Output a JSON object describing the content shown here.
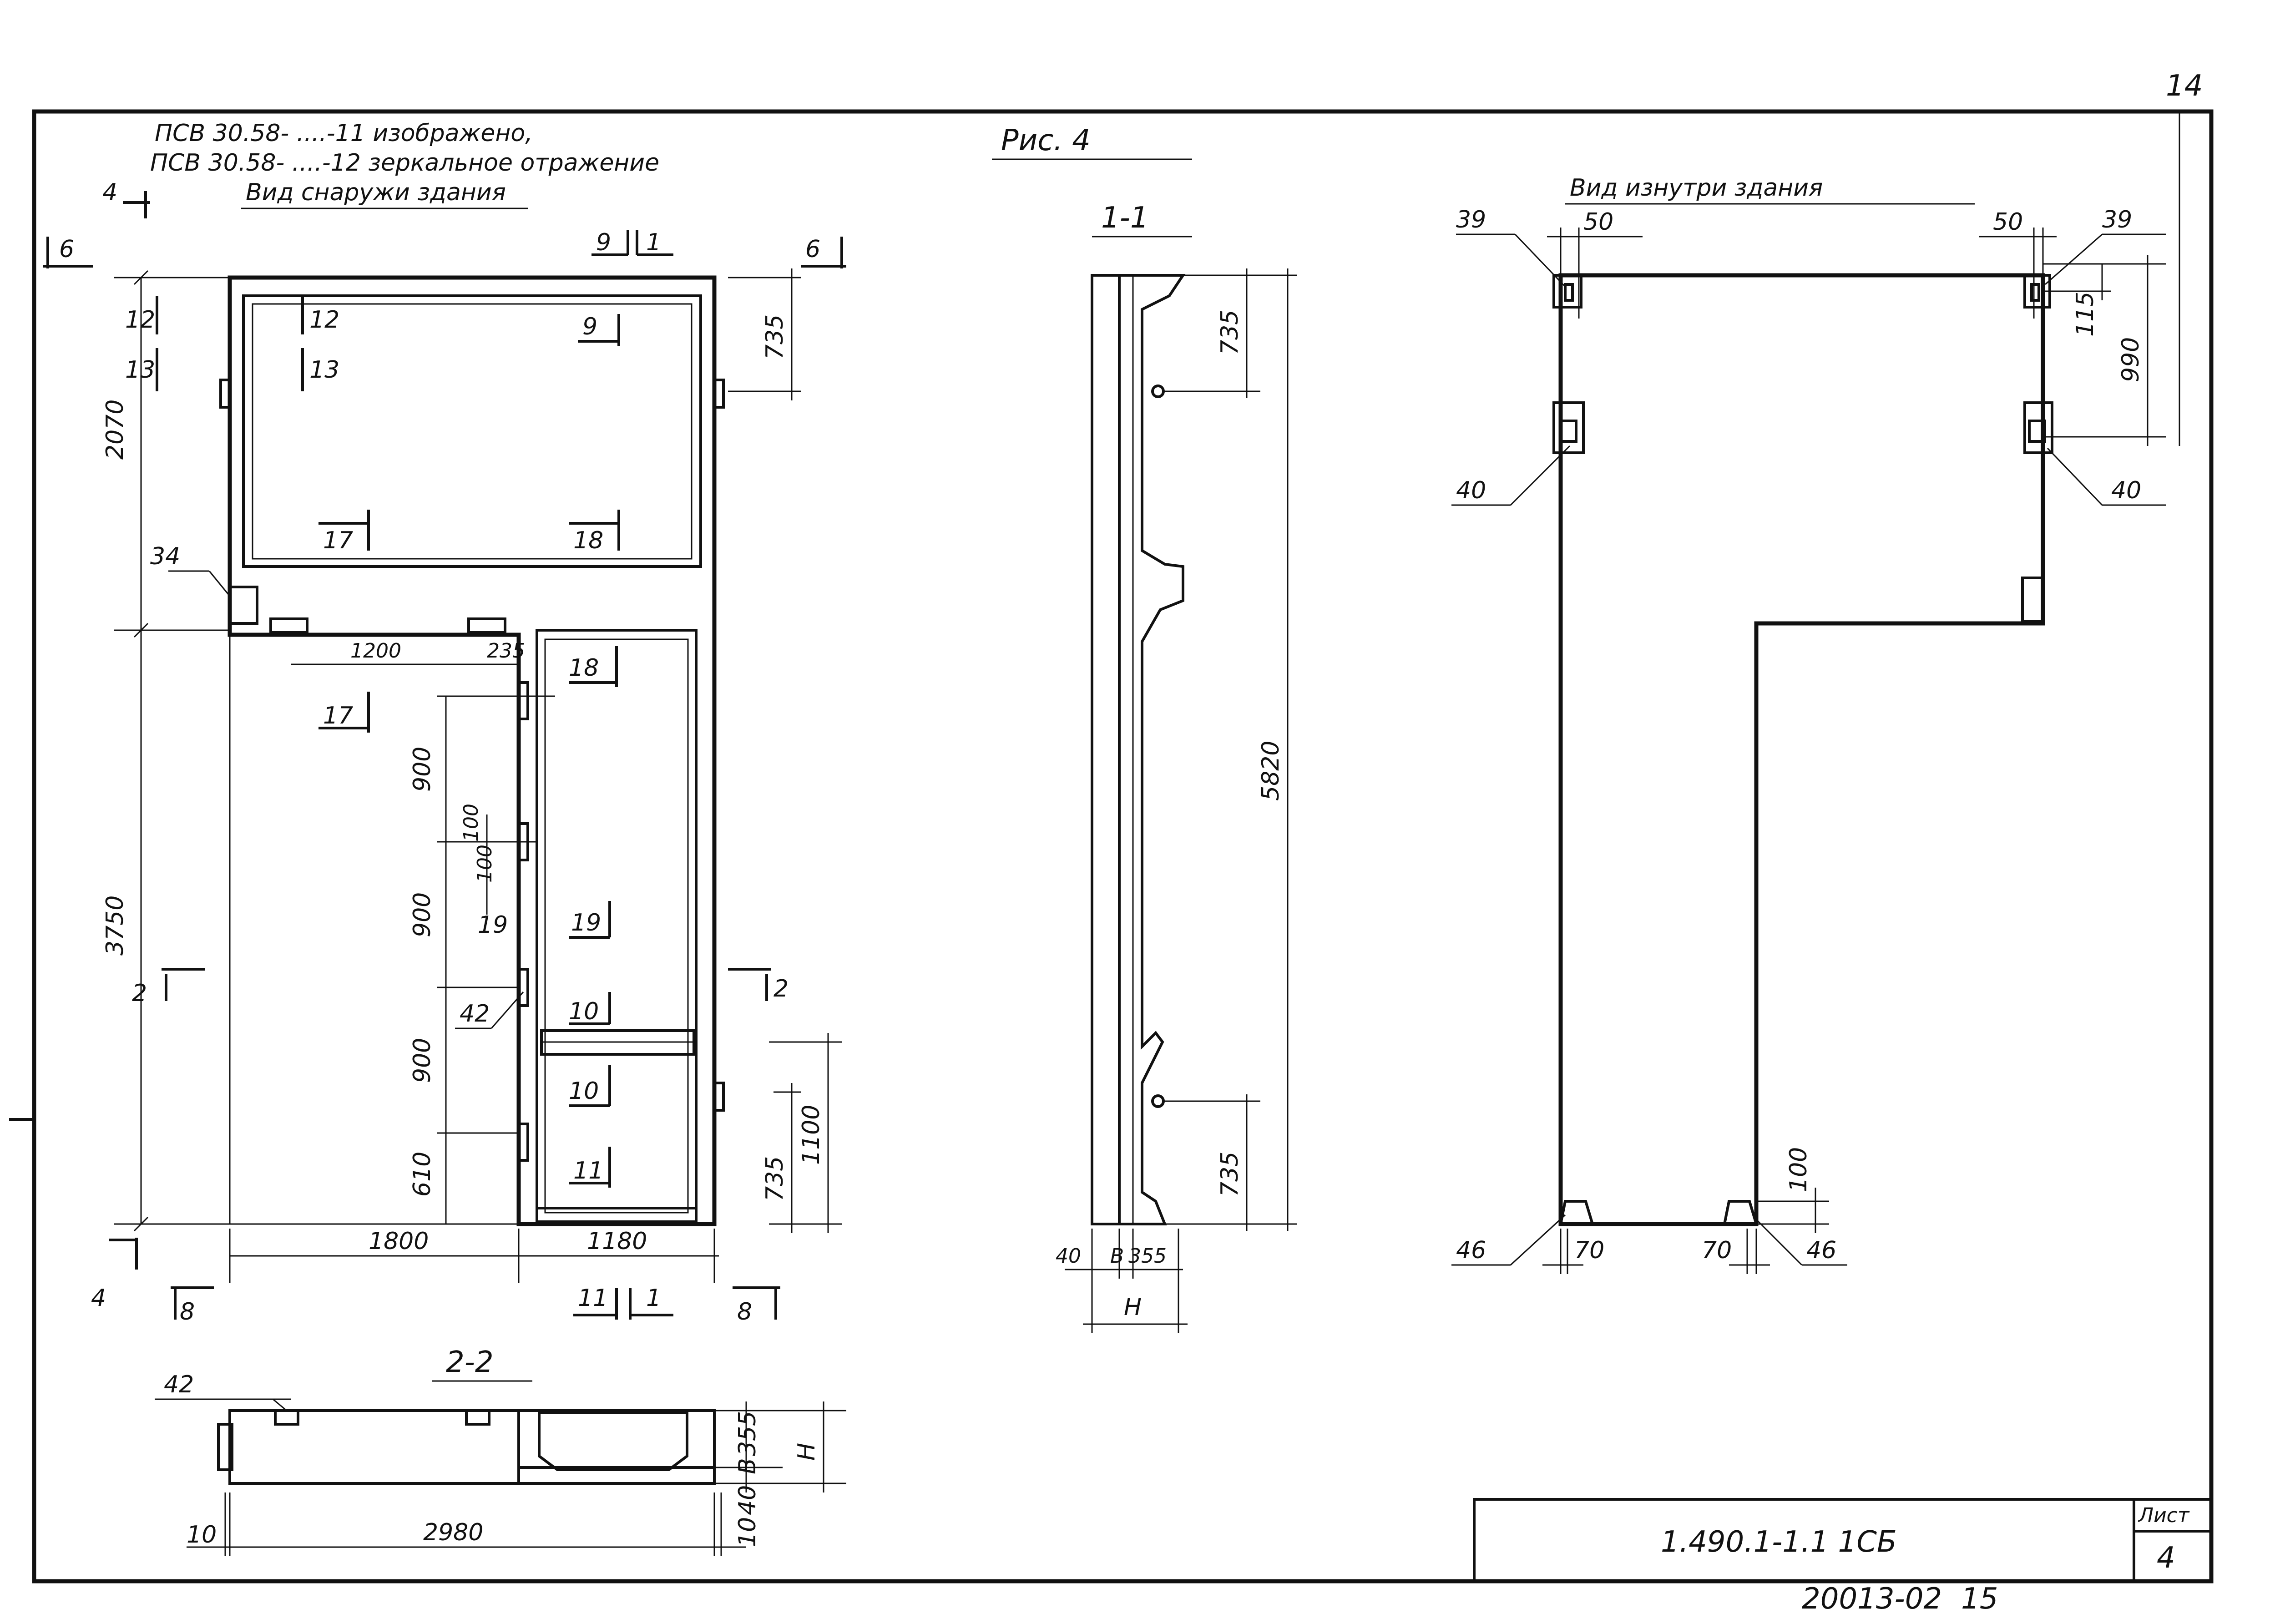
{
  "sheet": {
    "page_number": "14",
    "figure_label": "Рис. 4",
    "note_line1": "ПСВ 30.58- ....-11  изображено,",
    "note_line2": "ПСВ 30.58- ....-12  зеркальное отражение",
    "doc_code": "1.490.1-1.1 1СБ",
    "sheet_label": "Лист",
    "sheet_no": "4",
    "archive_no": "20013-02",
    "archive_sheet": "15"
  },
  "outside_view": {
    "title": "Вид снаружи здания",
    "dims": {
      "d2070": "2070",
      "d3750": "3750",
      "d1800": "1800",
      "d1180": "1180",
      "d1200": "1200",
      "d235": "235",
      "d900a": "900",
      "d900b": "900",
      "d900c": "900",
      "d610": "610",
      "d100a": "100",
      "d100b": "100",
      "d735a": "735",
      "d735b": "735",
      "d1100": "1100"
    },
    "marks": {
      "m34": "34",
      "m42": "42",
      "s12": "12",
      "s13": "13",
      "s9": "9",
      "s1": "1",
      "s17": "17",
      "s18": "18",
      "s19": "19",
      "s10": "10",
      "s11": "11",
      "s2": "2",
      "s4": "4",
      "s6": "6",
      "s8": "8"
    }
  },
  "section_1_1": {
    "title": "1-1",
    "dims": {
      "d735a": "735",
      "d735b": "735",
      "d5820": "5820",
      "d40": "40",
      "d355": "355",
      "dH": "H",
      "dB": "В"
    }
  },
  "section_2_2": {
    "title": "2-2",
    "dims": {
      "d10a": "10",
      "d10b": "10",
      "d2980": "2980",
      "d40": "40",
      "d355": "355",
      "dH": "H",
      "dB": "В"
    },
    "marks": {
      "m42": "42"
    }
  },
  "inside_view": {
    "title": "Вид изнутри здания",
    "dims": {
      "d50a": "50",
      "d50b": "50",
      "d115": "115",
      "d990": "990",
      "d100": "100",
      "d70a": "70",
      "d70b": "70"
    },
    "marks": {
      "m39a": "39",
      "m39b": "39",
      "m40a": "40",
      "m40b": "40",
      "m46a": "46",
      "m46b": "46"
    }
  }
}
